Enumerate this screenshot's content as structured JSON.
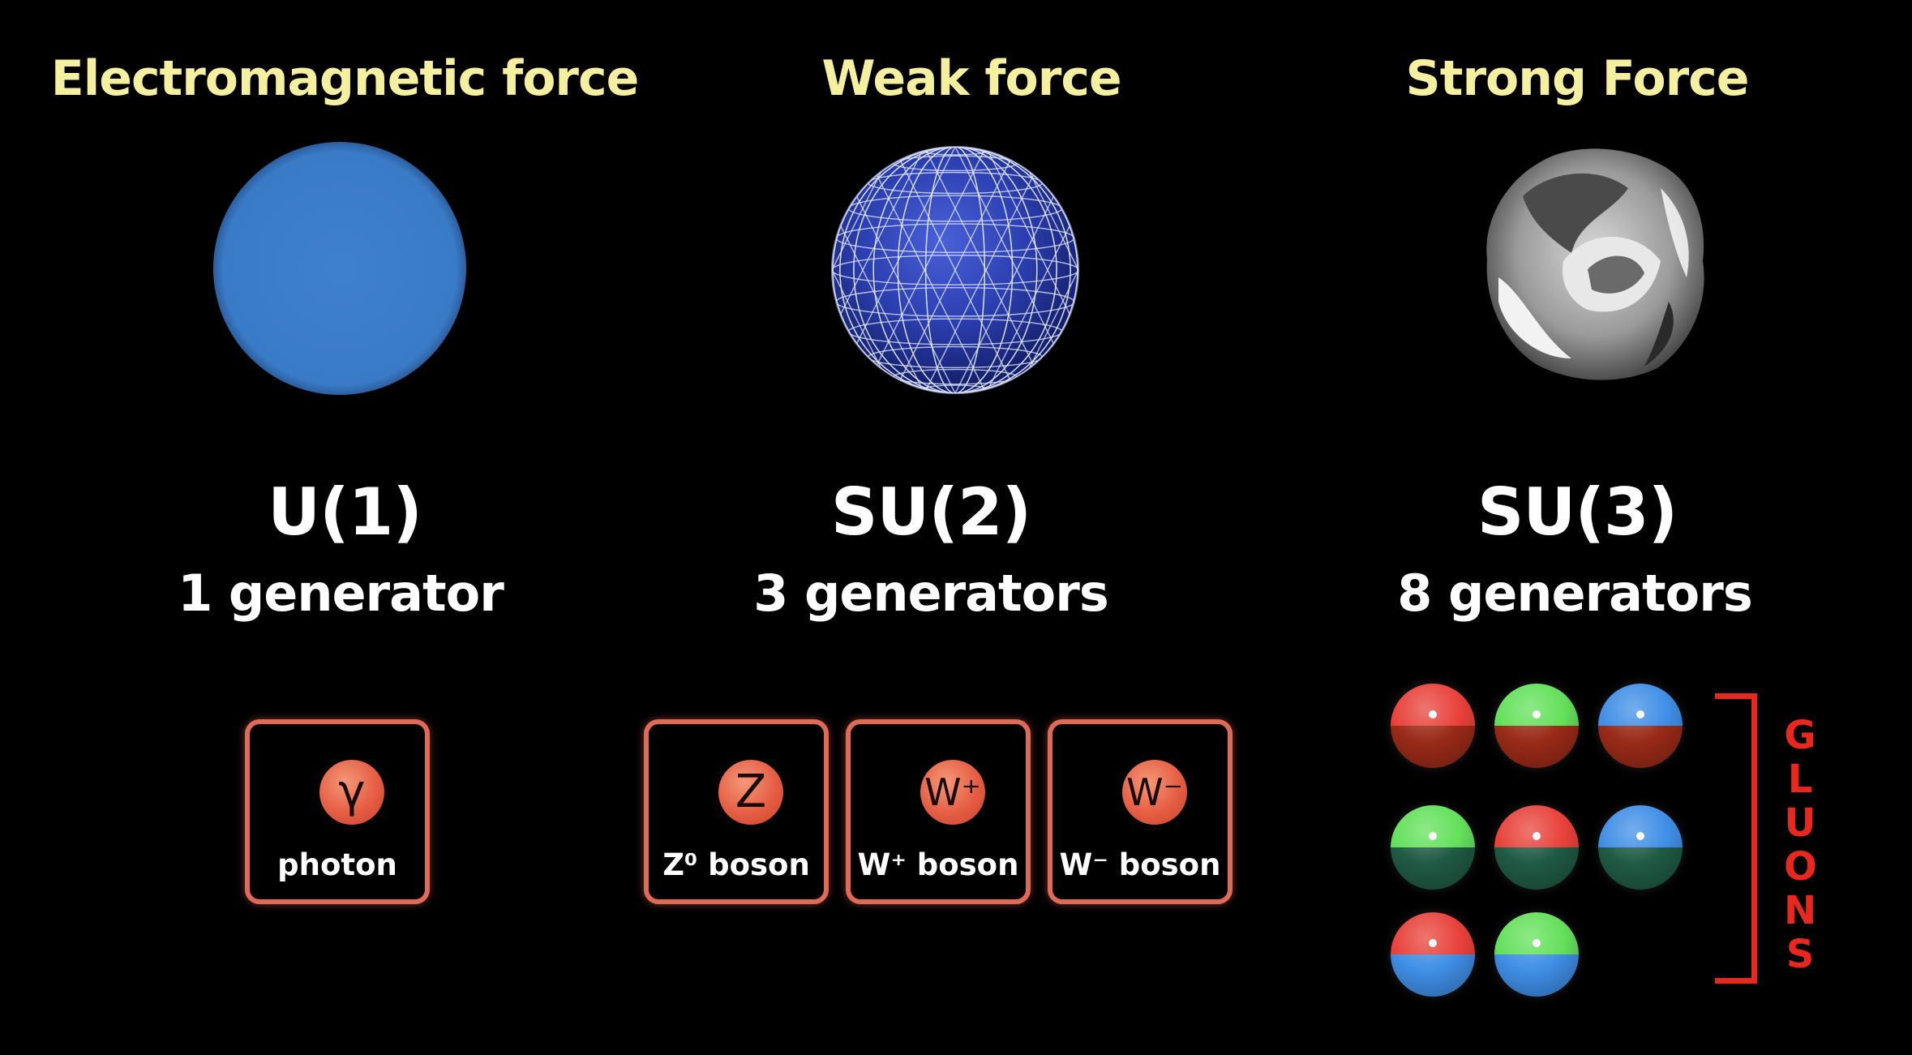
{
  "columns": [
    {
      "title": "Electromagnetic force",
      "group": "U(1)",
      "generators": "1 generator"
    },
    {
      "title": "Weak force",
      "group": "SU(2)",
      "generators": "3 generators"
    },
    {
      "title": "Strong Force",
      "group": "SU(3)",
      "generators": "8 generators"
    }
  ],
  "bosons": {
    "photon": {
      "symbol": "γ",
      "label": "photon"
    },
    "z": {
      "symbol": "Z",
      "label": "Z⁰ boson"
    },
    "w_plus": {
      "symbol": "W⁺",
      "label": "W⁺ boson"
    },
    "w_minus": {
      "symbol": "W⁻",
      "label": "W⁻ boson"
    }
  },
  "gluons": {
    "label_letters": [
      "G",
      "L",
      "U",
      "O",
      "N",
      "S"
    ],
    "items": [
      {
        "top": "red",
        "bottom": "dark-red"
      },
      {
        "top": "green",
        "bottom": "dark-red"
      },
      {
        "top": "blue",
        "bottom": "dark-red"
      },
      {
        "top": "green",
        "bottom": "dark-green"
      },
      {
        "top": "red",
        "bottom": "dark-green"
      },
      {
        "top": "blue",
        "bottom": "dark-green"
      },
      {
        "top": "red",
        "bottom": "blue"
      },
      {
        "top": "green",
        "bottom": "blue"
      }
    ]
  },
  "colors": {
    "title_yellow": "#f4f0a0",
    "card_border": "#e06a58",
    "gluon_bracket_red": "#e8281e",
    "u1_sphere_blue": "#3a7bc8",
    "su2_sphere_blue": "#2a3fa8",
    "red": "#e8413a",
    "green": "#63e05a",
    "blue": "#3f8ee6",
    "dark-red": "#9a2a18",
    "dark-green": "#1f5a44"
  }
}
